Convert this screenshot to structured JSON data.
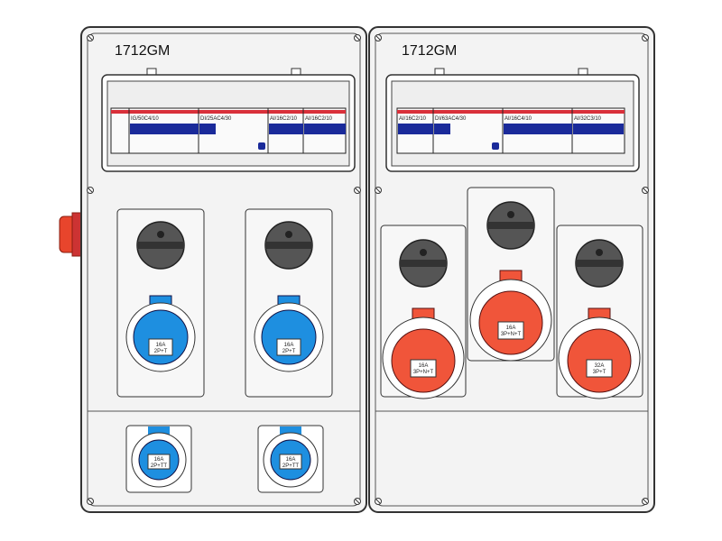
{
  "enclosures": [
    {
      "title": "1712GM",
      "breakers": [
        "IG/50C4/10",
        "DI/25AC4/30",
        "AI/16C2/10",
        "AI/16C2/10"
      ],
      "sockets": [
        {
          "rating": "16A",
          "type": "2P+T",
          "color": "#1e8fe0"
        },
        {
          "rating": "16A",
          "type": "2P+T",
          "color": "#1e8fe0"
        },
        {
          "rating": "16A",
          "type": "2P+TT",
          "color": "#1e8fe0"
        },
        {
          "rating": "16A",
          "type": "2P+TT",
          "color": "#1e8fe0"
        }
      ]
    },
    {
      "title": "1712GM",
      "breakers": [
        "AI/16C2/10",
        "DI/63AC4/30",
        "AI/16C4/10",
        "AI/32C3/10"
      ],
      "sockets": [
        {
          "rating": "16A",
          "type": "3P+N+T",
          "color": "#f0553a"
        },
        {
          "rating": "16A",
          "type": "3P+N+T",
          "color": "#f0553a"
        },
        {
          "rating": "32A",
          "type": "3P+T",
          "color": "#f0553a"
        }
      ]
    }
  ],
  "colors": {
    "blue_socket": "#1e8fe0",
    "red_socket": "#f0553a",
    "breaker_blue": "#1a2a9a",
    "breaker_red": "#d9303a",
    "emergency": "#e8452c"
  }
}
